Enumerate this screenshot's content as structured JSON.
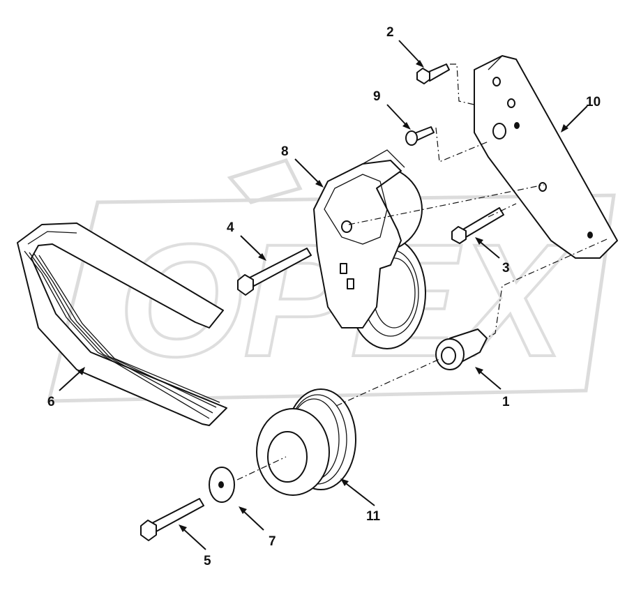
{
  "watermark": {
    "text": "OPEX"
  },
  "callouts": {
    "c1": "1",
    "c2": "2",
    "c3": "3",
    "c4": "4",
    "c5": "5",
    "c6": "6",
    "c7": "7",
    "c8": "8",
    "c9": "9",
    "c10": "10",
    "c11": "11"
  },
  "colors": {
    "line": "#111111",
    "background": "#ffffff",
    "watermark": "#dcdcdc"
  }
}
